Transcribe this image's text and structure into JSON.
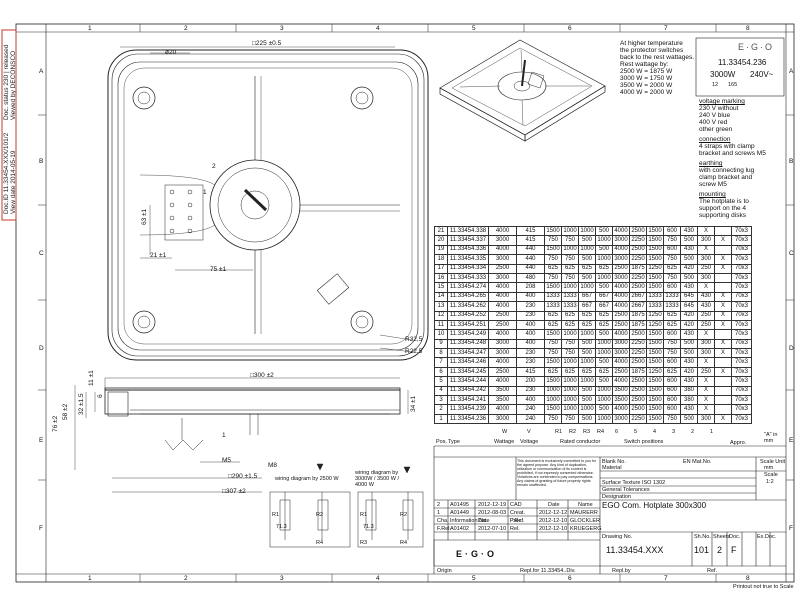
{
  "side_stamp": {
    "doc_id": "Doc.ID 11.33454.XXX/101/2",
    "doc_status": "Doc. status 230 | released",
    "view_date": "View date 2014-05-19",
    "viewed_by": "Viewed by DECONSCO"
  },
  "grid": {
    "columns": [
      "1",
      "2",
      "3",
      "4",
      "5",
      "6",
      "7",
      "8"
    ],
    "rows": [
      "A",
      "B",
      "C",
      "D",
      "E",
      "F"
    ]
  },
  "dims": {
    "width_225": "□225 ±0.5",
    "dia_20": "ø20",
    "d63": "63 ±1",
    "d21": "21 ±1",
    "d75": "75 ±1",
    "r325": "R32,5",
    "r225": "R22,5",
    "w300": "□300 ±2",
    "h76": "76 ±2",
    "h58": "58 ±2",
    "h32": "32 ±1.5",
    "h11": "11 ±1",
    "h6": "6",
    "h34": "34 ±1",
    "m5": "M5",
    "m8": "M8",
    "w290": "□290 ±1.5",
    "w307": "□307 ±2",
    "c1": "1",
    "c2": "2"
  },
  "wiring": {
    "diagram_a": "wiring diagram by 2500 W",
    "diagram_b": "wiring diagram by 3000W / 3500 W / 4000 W",
    "labels": [
      "R1",
      "R2",
      "R3",
      "R4",
      "71.3"
    ]
  },
  "notes": {
    "intro": [
      "At higher temperature",
      "the protector switches",
      "back to the rest wattages.",
      "Rest wattage by:"
    ],
    "rest": [
      "2500 W = 1875 W",
      "3000 W = 1750 W",
      "3500 W = 2000 W",
      "4000 W = 2000 W"
    ],
    "voltage": [
      "voltage marking",
      "230 V    without",
      "240 V    blue",
      "400 V    red",
      "other    green"
    ],
    "connection": [
      "connection",
      "4 straps with clamp",
      "bracket and screws M5"
    ],
    "earthing": [
      "earthing",
      "with connecting lug",
      "clamp bracket and",
      "screw M5"
    ],
    "mounting": [
      "mounting",
      "The hotplate is to",
      "support on the 4",
      "supporting disks"
    ]
  },
  "label_plate": {
    "logo": "E·G·O",
    "number": "11.33454.236",
    "power": "3000W",
    "voltage": "240V~",
    "small_a": "12",
    "small_b": "165"
  },
  "table": {
    "rows": [
      [
        "21",
        "11.33454.338",
        "4000",
        "",
        "415",
        "1500",
        "1000",
        "1000",
        "500",
        "4000",
        "2500",
        "1500",
        "600",
        "430",
        "X",
        "",
        "70x3"
      ],
      [
        "20",
        "11.33454.337",
        "3000",
        "",
        "415",
        "750",
        "750",
        "500",
        "1000",
        "3000",
        "2250",
        "1500",
        "750",
        "500",
        "300",
        "X",
        "70x3"
      ],
      [
        "19",
        "11.33454.336",
        "4000",
        "",
        "440",
        "1500",
        "1000",
        "1000",
        "500",
        "4000",
        "2500",
        "1500",
        "600",
        "430",
        "X",
        "",
        "70x3"
      ],
      [
        "18",
        "11.33454.335",
        "3000",
        "",
        "440",
        "750",
        "750",
        "500",
        "1000",
        "3000",
        "2250",
        "1500",
        "750",
        "500",
        "300",
        "X",
        "70x3"
      ],
      [
        "17",
        "11.33454.334",
        "2500",
        "",
        "440",
        "625",
        "625",
        "625",
        "625",
        "2500",
        "1875",
        "1250",
        "625",
        "420",
        "250",
        "X",
        "70x3"
      ],
      [
        "16",
        "11.33454.333",
        "3000",
        "",
        "480",
        "750",
        "750",
        "500",
        "1000",
        "3000",
        "2250",
        "1500",
        "750",
        "500",
        "300",
        "",
        "70x3"
      ],
      [
        "15",
        "11.33454.274",
        "4000",
        "",
        "208",
        "1500",
        "1000",
        "1000",
        "500",
        "4000",
        "2500",
        "1500",
        "600",
        "430",
        "X",
        "",
        "70x3"
      ],
      [
        "14",
        "11.33454.265",
        "4000",
        "",
        "400",
        "1333",
        "1333",
        "667",
        "667",
        "4000",
        "2667",
        "1333",
        "1333",
        "645",
        "430",
        "X",
        "70x3"
      ],
      [
        "13",
        "11.33454.262",
        "4000",
        "",
        "230",
        "1333",
        "1333",
        "667",
        "667",
        "4000",
        "2667",
        "1333",
        "1333",
        "645",
        "430",
        "X",
        "70x3"
      ],
      [
        "12",
        "11.33454.252",
        "2500",
        "",
        "230",
        "625",
        "625",
        "625",
        "625",
        "2500",
        "1875",
        "1250",
        "625",
        "420",
        "250",
        "X",
        "70x3"
      ],
      [
        "11",
        "11.33454.251",
        "2500",
        "",
        "400",
        "625",
        "625",
        "625",
        "625",
        "2500",
        "1875",
        "1250",
        "625",
        "420",
        "250",
        "X",
        "70x3"
      ],
      [
        "10",
        "11.33454.249",
        "4000",
        "",
        "400",
        "1500",
        "1000",
        "1000",
        "500",
        "4000",
        "2500",
        "1500",
        "600",
        "430",
        "X",
        "",
        "70x3"
      ],
      [
        "9",
        "11.33454.248",
        "3000",
        "",
        "400",
        "750",
        "750",
        "500",
        "1000",
        "3000",
        "2250",
        "1500",
        "750",
        "500",
        "300",
        "X",
        "70x3"
      ],
      [
        "8",
        "11.33454.247",
        "3000",
        "",
        "230",
        "750",
        "750",
        "500",
        "1000",
        "3000",
        "2250",
        "1500",
        "750",
        "500",
        "300",
        "X",
        "70x3"
      ],
      [
        "7",
        "11.33454.246",
        "4000",
        "",
        "230",
        "1500",
        "1000",
        "1000",
        "500",
        "4000",
        "2500",
        "1500",
        "600",
        "430",
        "X",
        "",
        "70x3"
      ],
      [
        "6",
        "11.33454.245",
        "2500",
        "",
        "415",
        "625",
        "625",
        "625",
        "625",
        "2500",
        "1875",
        "1250",
        "625",
        "420",
        "250",
        "X",
        "70x3"
      ],
      [
        "5",
        "11.33454.244",
        "4000",
        "",
        "200",
        "1500",
        "1000",
        "1000",
        "500",
        "4000",
        "2500",
        "1500",
        "600",
        "430",
        "X",
        "",
        "70x3"
      ],
      [
        "4",
        "11.33454.242",
        "3500",
        "",
        "230",
        "1000",
        "1000",
        "500",
        "1000",
        "3500",
        "2500",
        "1500",
        "600",
        "380",
        "X",
        "",
        "70x3"
      ],
      [
        "3",
        "11.33454.241",
        "3500",
        "",
        "400",
        "1000",
        "1000",
        "500",
        "1000",
        "3500",
        "2500",
        "1500",
        "600",
        "380",
        "X",
        "",
        "70x3"
      ],
      [
        "2",
        "11.33454.239",
        "4000",
        "",
        "240",
        "1500",
        "1000",
        "1000",
        "500",
        "4000",
        "2500",
        "1500",
        "600",
        "430",
        "X",
        "",
        "70x3"
      ],
      [
        "1",
        "11.33454.236",
        "3000",
        "",
        "240",
        "750",
        "750",
        "500",
        "1000",
        "3000",
        "2250",
        "1500",
        "750",
        "500",
        "300",
        "X",
        "70x3"
      ]
    ],
    "units": [
      "W",
      "V",
      "W",
      "V",
      "R1",
      "R2",
      "R3",
      "R4",
      "6",
      "5",
      "4",
      "3",
      "2",
      "1"
    ],
    "headers": {
      "pos": "Pos.",
      "type": "Type",
      "wattage": "Wattage",
      "voltage": "Voltage",
      "rated": "Rated conductor",
      "switch": "Switch positions",
      "appro": "Appro.",
      "a_in_mm": "\"A\" in mm"
    }
  },
  "title_block": {
    "disclaimer": "This document is exclusively committed to you for the agreed purpose. Any kind of duplication, utilization or communication of its content is prohibited, if not expressly consented otherwise. Violations are contended to pay compensations. Any claims of granting of future property rights remain unaffected.",
    "blank_no": "Blank No.",
    "en_mat_no": "EN Mat.No.",
    "material": "Material",
    "scale_unit": "Scale Unit",
    "unit": "mm",
    "scale": "Scale",
    "scale_val": "1:2",
    "surface": "Surface Texture ISO 1302",
    "tolerances": "General Tolerances",
    "designation": "Designation",
    "designation_val": "EGO Com. Hotplate 300x300",
    "cad": "CAD",
    "date": "Date",
    "name": "Name",
    "rev_rows": [
      [
        "2",
        "A01495",
        "2012-12-19",
        ""
      ],
      [
        "1",
        "A01449",
        "2012-08-03",
        ""
      ],
      [
        "Cha.",
        "Information No.",
        "Date",
        "P.Ref."
      ],
      [
        "F.Rel.",
        "A01402",
        "2012-07-10",
        ""
      ]
    ],
    "crea": [
      "Creat.",
      "2012-12-12",
      "MAURERR"
    ],
    "proc": [
      "Proc.",
      "2012-12-10",
      "GLOCKLER"
    ],
    "rel": [
      "Rel.",
      "2012-12-10",
      "KRUEGERG"
    ],
    "drawing_no_label": "Drawing No.",
    "drawing_no": "11.33454.XXX",
    "sh_no_label": "Sh.No.",
    "sh_no": "101",
    "sheets_label": "Sheets",
    "sheets": "2",
    "doc_label": "Doc.",
    "doc": "F",
    "ex_label": "Ex.Doc.",
    "origin": "Origin",
    "repl_for": "Repl.for  11.33454..Div.",
    "repl_by": "Repl.by",
    "ref": "Ref.",
    "logo": "E·G·O",
    "footer": "Printout not true to Scale"
  }
}
